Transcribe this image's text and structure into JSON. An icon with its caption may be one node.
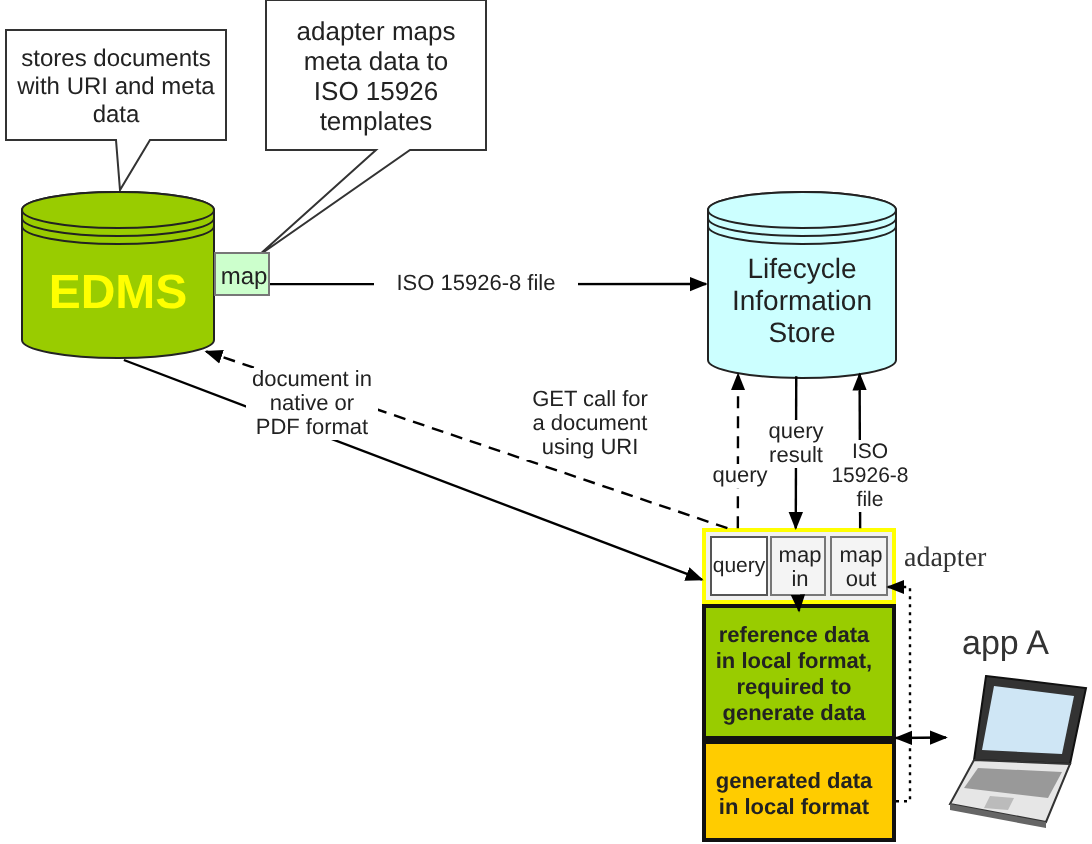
{
  "diagram": {
    "nodes": [
      {
        "text": [
          "stores documents with URI and meta data"
        ]
      },
      {
        "text": [
          "adapter maps meta data to ISO 15926 templates"
        ]
      },
      {
        "text": [
          "EDMS"
        ]
      },
      {
        "text": [
          "map"
        ]
      },
      {
        "text": [
          "Lifecycle Information Store"
        ]
      },
      {
        "text": [],
        "shape": "box",
        "beside": [
          "adapter"
        ]
      },
      {
        "text": [
          "query"
        ],
        "in": 5
      },
      {
        "text": [
          "map in"
        ],
        "in": 5
      },
      {
        "text": [
          "map out"
        ],
        "in": 5
      },
      {
        "text": [
          "reference data in local format, required to generate data"
        ]
      },
      {
        "text": [
          "generated data in local format"
        ]
      },
      {
        "text": [],
        "shape": "picture",
        "beside": [
          "app A"
        ]
      }
    ],
    "edges": [
      {
        "from": 3,
        "to": 4,
        "arrow": "to",
        "label": "ISO 15926-8 file"
      },
      {
        "from": 6,
        "to": 2,
        "arrow": "to",
        "style": "dashed",
        "label": "GET call for a document using URI"
      },
      {
        "from": 2,
        "to": 5,
        "arrow": "to",
        "label": "document in native or PDF format"
      },
      {
        "from": 6,
        "to": 4,
        "arrow": "to",
        "style": "dashed",
        "label": "query"
      },
      {
        "from": 4,
        "to": 7,
        "arrow": "to",
        "label": "query result"
      },
      {
        "from": 8,
        "to": 4,
        "arrow": "to",
        "label": "ISO 15926-8 file"
      },
      {
        "from": 7,
        "to": 9,
        "arrow": "to"
      },
      {
        "from": 10,
        "to": 8,
        "arrow": "to",
        "style": "dashed"
      },
      {
        "from": 11,
        "to": 9,
        "arrow": "both"
      }
    ]
  }
}
